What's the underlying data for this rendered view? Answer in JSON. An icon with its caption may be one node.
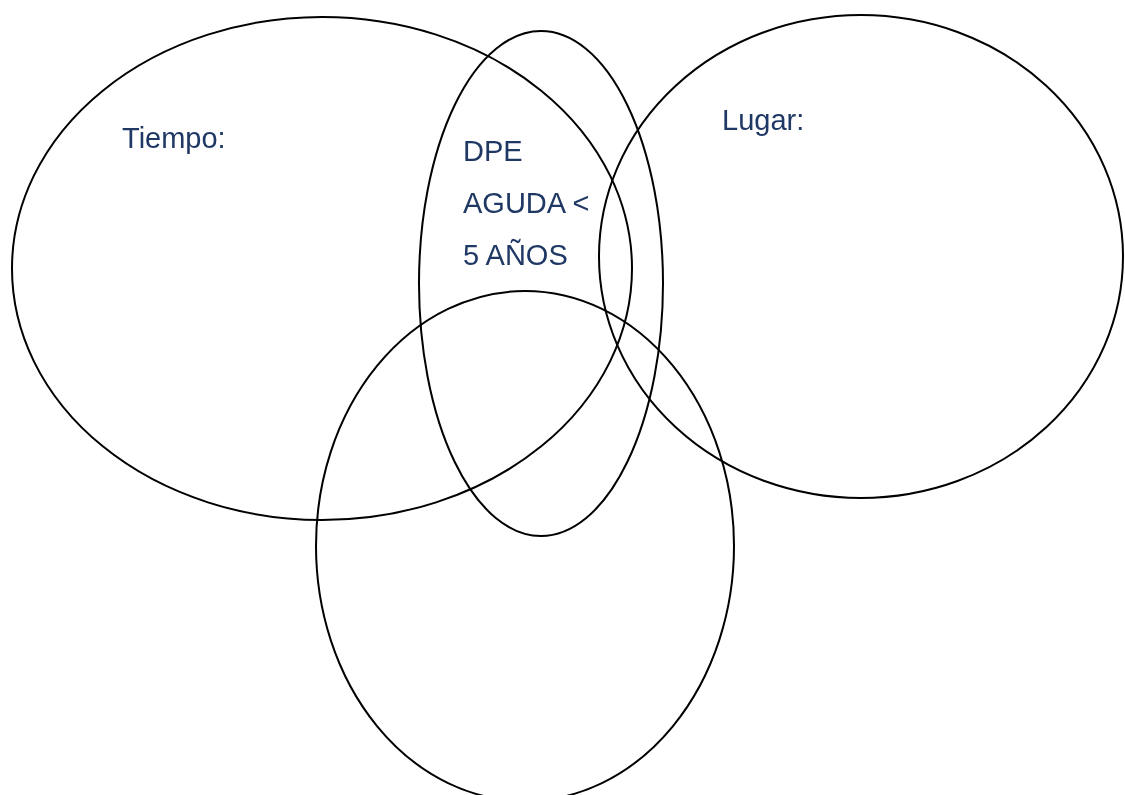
{
  "diagram": {
    "nodes": [
      {
        "text": [
          "Tiempo:"
        ]
      },
      {
        "text": [
          "DPE AGUDA < 5 AÑOS"
        ]
      },
      {
        "text": [
          "Lugar:"
        ]
      },
      {
        "text": [],
        "shape": "ellipse"
      }
    ]
  }
}
